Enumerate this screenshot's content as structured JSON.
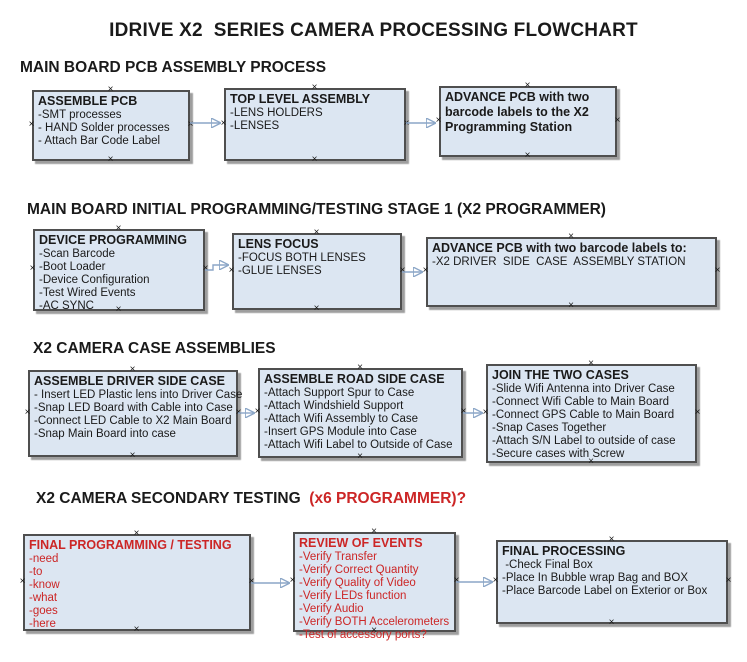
{
  "page": {
    "title": "IDRIVE X2  SERIES CAMERA PROCESSING FLOWCHART"
  },
  "colors": {
    "box_fill": "#dce6f2",
    "box_border": "#4f4f4f",
    "box_shadow": "#9e9e9e",
    "arrow_line": "#8ba6c7",
    "arrow_head": "#2e4d77",
    "red_text": "#cc2626",
    "black_text": "#1a1a1a"
  },
  "icons": {
    "connection_point": "×",
    "arrow_head": "right-triangle"
  },
  "sections": [
    {
      "heading": "MAIN BOARD PCB ASSEMBLY PROCESS",
      "boxes": [
        {
          "title": "ASSEMBLE PCB",
          "items": [
            "-SMT processes",
            "- HAND Solder processes",
            "- Attach Bar Code Label"
          ]
        },
        {
          "title": "TOP LEVEL ASSEMBLY",
          "items": [
            "-LENS HOLDERS",
            "-LENSES"
          ]
        },
        {
          "title": "ADVANCE PCB with two barcode labels to the X2 Programming Station",
          "items": []
        }
      ]
    },
    {
      "heading": "MAIN BOARD INITIAL PROGRAMMING/TESTING STAGE 1 (X2 PROGRAMMER)",
      "boxes": [
        {
          "title": "DEVICE PROGRAMMING",
          "items": [
            "-Scan Barcode",
            "-Boot Loader",
            "-Device Configuration",
            "-Test Wired Events",
            "-AC SYNC"
          ]
        },
        {
          "title": "LENS FOCUS",
          "items": [
            "-FOCUS BOTH LENSES",
            "-GLUE LENSES"
          ]
        },
        {
          "title": "ADVANCE PCB with two barcode labels to:",
          "items": [
            "-X2 DRIVER  SIDE  CASE  ASSEMBLY STATION"
          ]
        }
      ]
    },
    {
      "heading": "X2 CAMERA CASE ASSEMBLIES",
      "boxes": [
        {
          "title": "ASSEMBLE DRIVER SIDE CASE",
          "items": [
            "- Insert LED Plastic lens into Driver Case",
            "-Snap LED Board with Cable into Case",
            "-Connect LED Cable to X2 Main Board",
            "-Snap Main Board into case"
          ]
        },
        {
          "title": "ASSEMBLE ROAD SIDE CASE",
          "items": [
            "-Attach Support Spur to Case",
            "-Attach Windshield Support",
            "-Attach Wifi Assembly to Case",
            "-Insert GPS Module into Case",
            "-Attach Wifi Label to Outside of Case"
          ]
        },
        {
          "title": "JOIN THE TWO CASES",
          "items": [
            "-Slide Wifi Antenna into Driver Case",
            "-Connect Wifi Cable to Main Board",
            "-Connect GPS Cable to Main Board",
            "-Snap Cases Together",
            "-Attach S/N Label to outside of case",
            "-Secure cases with Screw"
          ]
        }
      ]
    },
    {
      "heading": "X2 CAMERA SECONDARY TESTING ",
      "heading_suffix": " (x6 PROGRAMMER)?",
      "boxes": [
        {
          "title": "FINAL PROGRAMMING / TESTING",
          "text_color": "#cc2626",
          "items": [
            "-need",
            "-to",
            "-know",
            "-what",
            "-goes",
            "-here"
          ]
        },
        {
          "title": "REVIEW OF EVENTS",
          "text_color": "#cc2626",
          "items": [
            "-Verify Transfer",
            "-Verify Correct Quantity",
            "-Verify Quality of Video",
            "-Verify LEDs function",
            "-Verify Audio",
            "-Verify BOTH Accelerometers",
            "-Test of accessory ports?"
          ]
        },
        {
          "title": "FINAL PROCESSING",
          "items": [
            " -Check Final Box",
            "-Place In Bubble wrap Bag and BOX",
            "-Place Barcode Label on Exterior or Box"
          ]
        }
      ]
    }
  ]
}
